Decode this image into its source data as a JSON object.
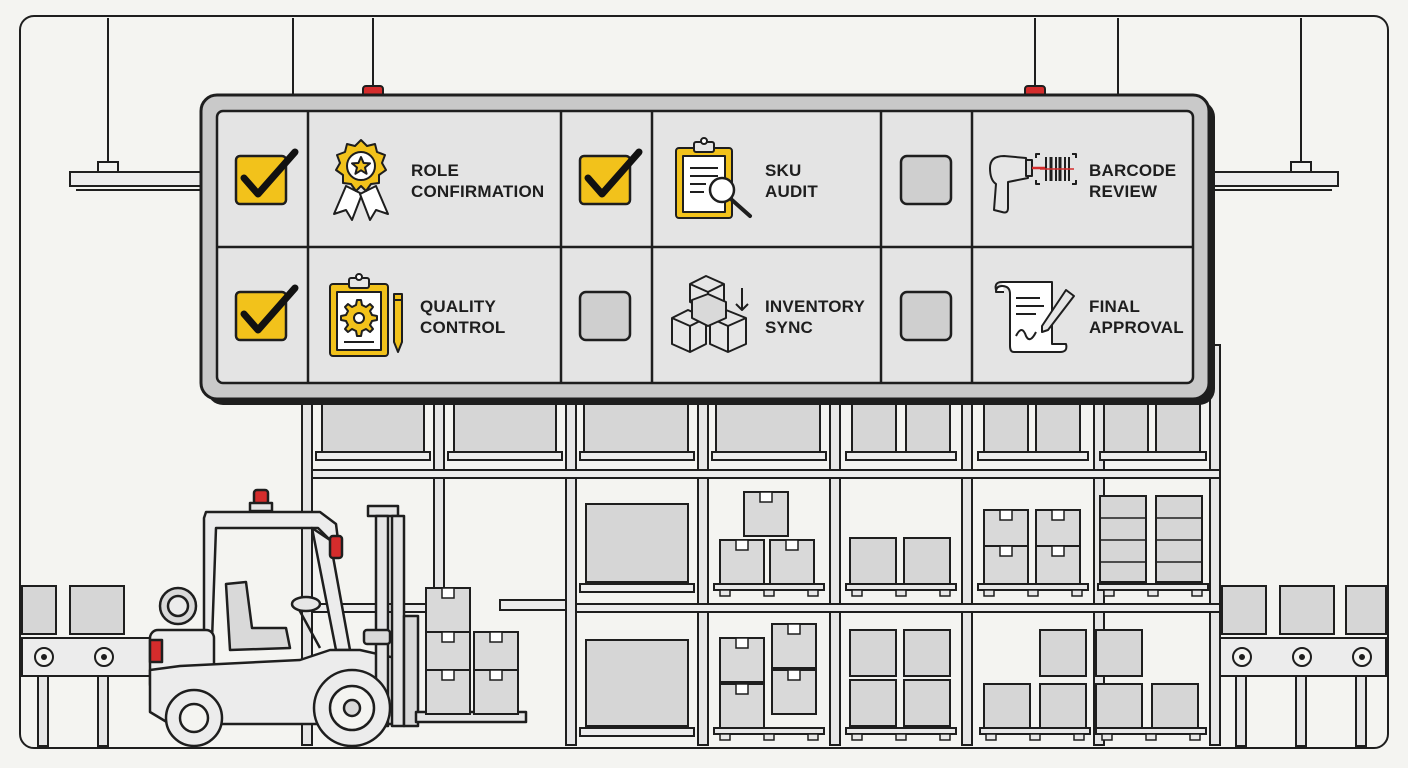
{
  "palette": {
    "accent": "#f2c21b",
    "outline": "#1e1e1e",
    "panel_fill": "#e4e4e4",
    "scene_fill": "#d6d6d6",
    "background": "#f4f4f1",
    "alarm": "#d42c2c"
  },
  "checklist": {
    "items": [
      {
        "id": "role",
        "line1": "ROLE",
        "line2": "CONFIRMATION",
        "checked": true,
        "icon": "award-ribbon-icon"
      },
      {
        "id": "sku",
        "line1": "SKU",
        "line2": "AUDIT",
        "checked": true,
        "icon": "clipboard-magnifier-icon"
      },
      {
        "id": "barcode",
        "line1": "BARCODE",
        "line2": "REVIEW",
        "checked": false,
        "icon": "barcode-scanner-icon"
      },
      {
        "id": "quality",
        "line1": "QUALITY",
        "line2": "CONTROL",
        "checked": true,
        "icon": "clipboard-gear-icon"
      },
      {
        "id": "inventory",
        "line1": "INVENTORY",
        "line2": "SYNC",
        "checked": false,
        "icon": "boxes-sync-icon"
      },
      {
        "id": "final",
        "line1": "FINAL",
        "line2": "APPROVAL",
        "checked": false,
        "icon": "scroll-signature-icon"
      }
    ]
  }
}
